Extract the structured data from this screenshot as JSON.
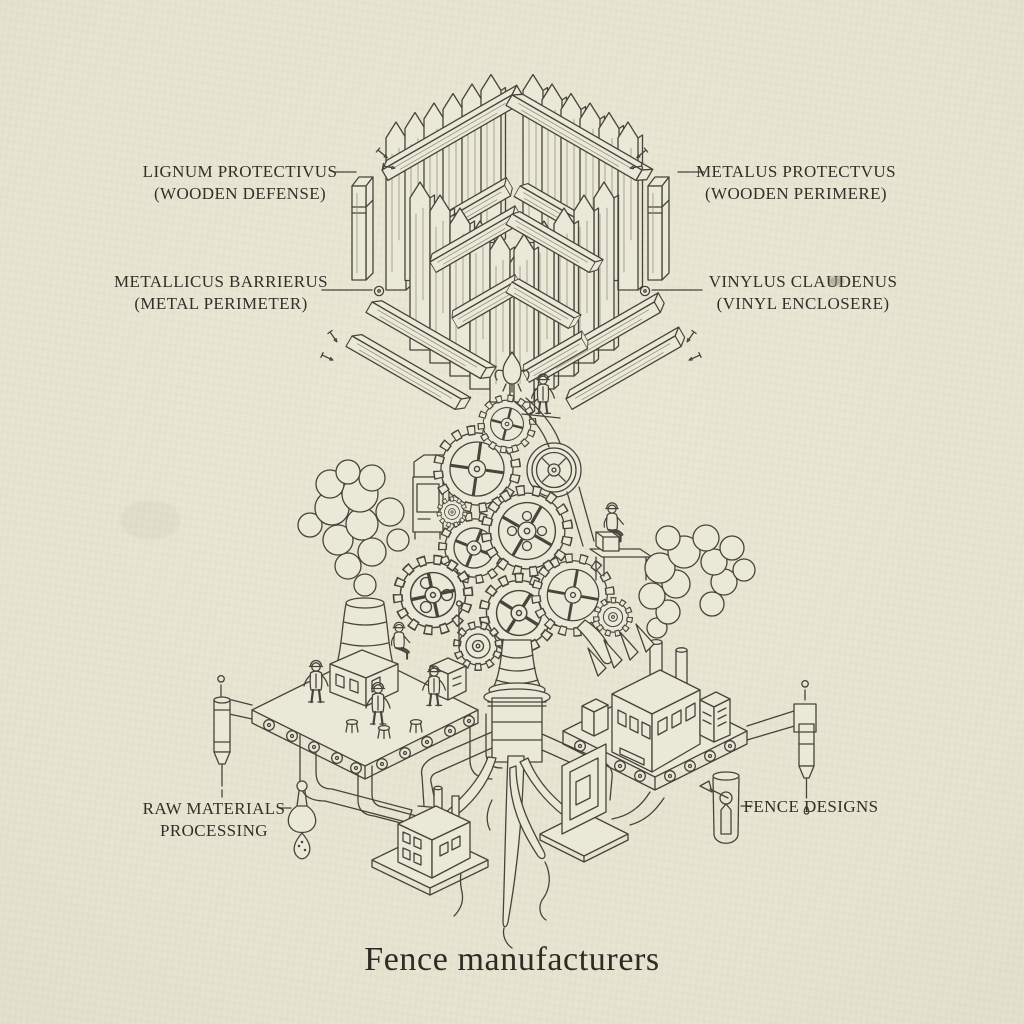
{
  "title": "Fence manufacturers",
  "taxonomy": [
    {
      "latin": "LIGNUM PROTECTIVUS",
      "common": "(WOODEN DEFENSE)",
      "side": "left"
    },
    {
      "latin": "METALUS PROTECTVUS",
      "common": "(WOODEN PERIMERE)",
      "side": "right"
    },
    {
      "latin": "METALLICUS BARRIERUS",
      "common": "(METAL PERIMETER)",
      "side": "left"
    },
    {
      "latin": "VINYLUS CLAUDENUS",
      "common": "(VINYL ENCLOSERE)",
      "side": "right"
    }
  ],
  "process": [
    {
      "line1": "RAW MATERIALS",
      "line2": "PROCESSING"
    },
    {
      "line1": "FENCE DESIGNS"
    }
  ],
  "icons": {
    "bottom_left": "flask-icon",
    "bottom_right": "test-tube-icon"
  },
  "colors": {
    "paper": "#e7e4d1",
    "ink": "#47443b",
    "text": "#332f28"
  }
}
